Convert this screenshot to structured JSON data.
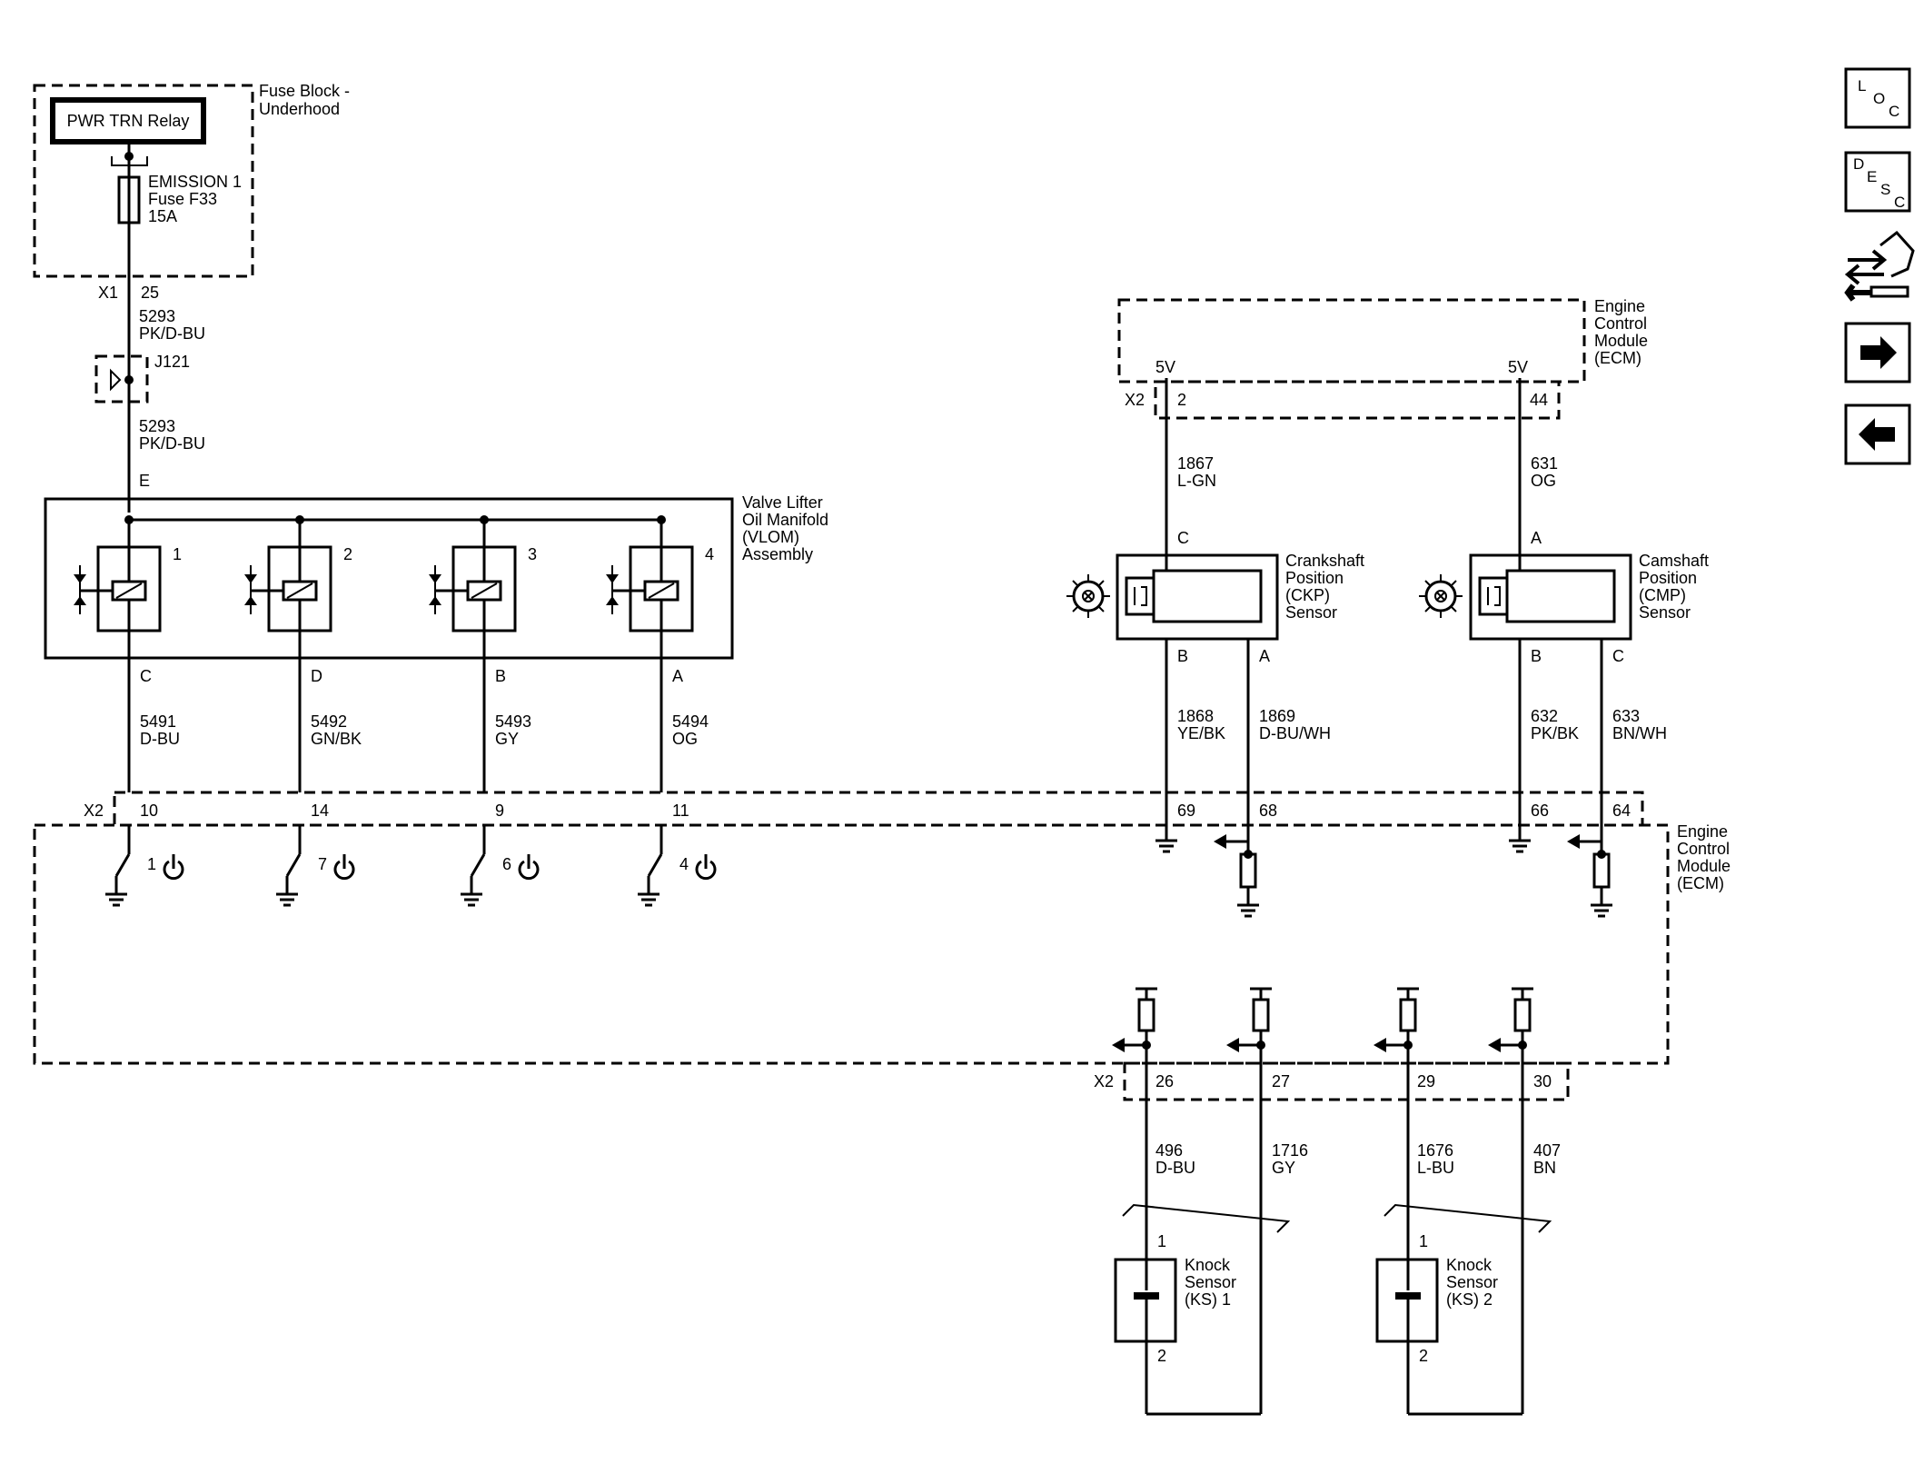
{
  "fuse_block": {
    "title_line1": "Fuse Block -",
    "title_line2": "Underhood",
    "relay_label": "PWR TRN Relay",
    "fuse_line1": "EMISSION 1",
    "fuse_line2": "Fuse F33",
    "fuse_line3": "15A",
    "connector": "X1",
    "pin": "25"
  },
  "feed_wire": {
    "circuit_a": "5293",
    "color_a": "PK/D-BU",
    "splice": "J121",
    "circuit_b": "5293",
    "color_b": "PK/D-BU",
    "pin_e": "E"
  },
  "vlom": {
    "line1": "Valve Lifter",
    "line2": "Oil Manifold",
    "line3": "(VLOM)",
    "line4": "Assembly",
    "solenoids": [
      {
        "num": "1",
        "pin": "C",
        "circuit": "5491",
        "color": "D-BU",
        "ecm_pin": "10",
        "driver": "1"
      },
      {
        "num": "2",
        "pin": "D",
        "circuit": "5492",
        "color": "GN/BK",
        "ecm_pin": "14",
        "driver": "7"
      },
      {
        "num": "3",
        "pin": "B",
        "circuit": "5493",
        "color": "GY",
        "ecm_pin": "9",
        "driver": "6"
      },
      {
        "num": "4",
        "pin": "A",
        "circuit": "5494",
        "color": "OG",
        "ecm_pin": "11",
        "driver": "4"
      }
    ]
  },
  "ecm_top": {
    "line1": "Engine",
    "line2": "Control",
    "line3": "Module",
    "line4": "(ECM)",
    "connector": "X2",
    "ref_left": "5V",
    "ref_right": "5V",
    "pin_left": "2",
    "pin_right": "44"
  },
  "ckp": {
    "line1": "Crankshaft",
    "line2": "Position",
    "line3": "(CKP)",
    "line4": "Sensor",
    "top_pin": "C",
    "top_circuit": "1867",
    "top_color": "L-GN",
    "pin_b": "B",
    "pin_a": "A",
    "b_circuit": "1868",
    "b_color": "YE/BK",
    "a_circuit": "1869",
    "a_color": "D-BU/WH",
    "ecm_pin_b": "69",
    "ecm_pin_a": "68"
  },
  "cmp": {
    "line1": "Camshaft",
    "line2": "Position",
    "line3": "(CMP)",
    "line4": "Sensor",
    "top_pin": "A",
    "top_circuit": "631",
    "top_color": "OG",
    "pin_b": "B",
    "pin_c": "C",
    "b_circuit": "632",
    "b_color": "PK/BK",
    "c_circuit": "633",
    "c_color": "BN/WH",
    "ecm_pin_b": "66",
    "ecm_pin_c": "64"
  },
  "ecm_main": {
    "line1": "Engine",
    "line2": "Control",
    "line3": "Module",
    "line4": "(ECM)",
    "connector": "X2"
  },
  "knock": {
    "connector": "X2",
    "ks1": {
      "line1": "Knock",
      "line2": "Sensor",
      "line3": "(KS) 1",
      "pin1": "1",
      "pin2": "2",
      "sig_pin": "26",
      "sig_circuit": "496",
      "sig_color": "D-BU",
      "ret_pin": "27",
      "ret_circuit": "1716",
      "ret_color": "GY"
    },
    "ks2": {
      "line1": "Knock",
      "line2": "Sensor",
      "line3": "(KS) 2",
      "pin1": "1",
      "pin2": "2",
      "sig_pin": "29",
      "sig_circuit": "1676",
      "sig_color": "L-BU",
      "ret_pin": "30",
      "ret_circuit": "407",
      "ret_color": "BN"
    }
  },
  "nav": {
    "loc": {
      "l": "L",
      "o": "O",
      "c": "C"
    },
    "desc": {
      "d": "D",
      "e": "E",
      "s": "S",
      "c": "C"
    },
    "icons": [
      "connector-tool-icon",
      "arrow-right-icon",
      "arrow-left-icon"
    ]
  }
}
